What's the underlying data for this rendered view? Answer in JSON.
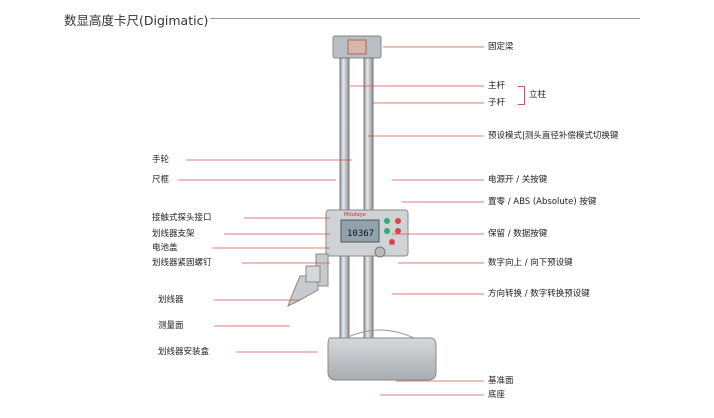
{
  "title": "数显高度卡尺(Digimatic)",
  "brand": "Mitutoyo",
  "display_value": "10367",
  "colors": {
    "leader": "#d9534f",
    "rule": "#999999",
    "metal": "#c9cdd1"
  },
  "labels_right": {
    "fixed_beam": "固定梁",
    "main_column": "主杆",
    "sub_column": "子杆",
    "column_group": "立柱",
    "preset_mode_key": "预设模式|测头直径补偿模式切换键",
    "power_key": "电源开 / 关按键",
    "zero_abs_key": "置零 / ABS (Absolute) 按键",
    "hold_data_key": "保留 / 数据按键",
    "up_down_key": "数字向上 / 向下预设键",
    "direction_key": "方向转换 / 数字转换预设键",
    "reference_surface": "基准面",
    "base": "底座"
  },
  "labels_left": {
    "handwheel": "手轮",
    "slider": "尺框",
    "probe_connector": "接触式探头接口",
    "scriber_clamp": "划线器支架",
    "battery_cover": "电池盖",
    "scriber_screw": "划线器紧固螺钉",
    "scriber": "划线器",
    "measuring_face": "测量面",
    "scriber_mount": "划线器安装盒"
  }
}
